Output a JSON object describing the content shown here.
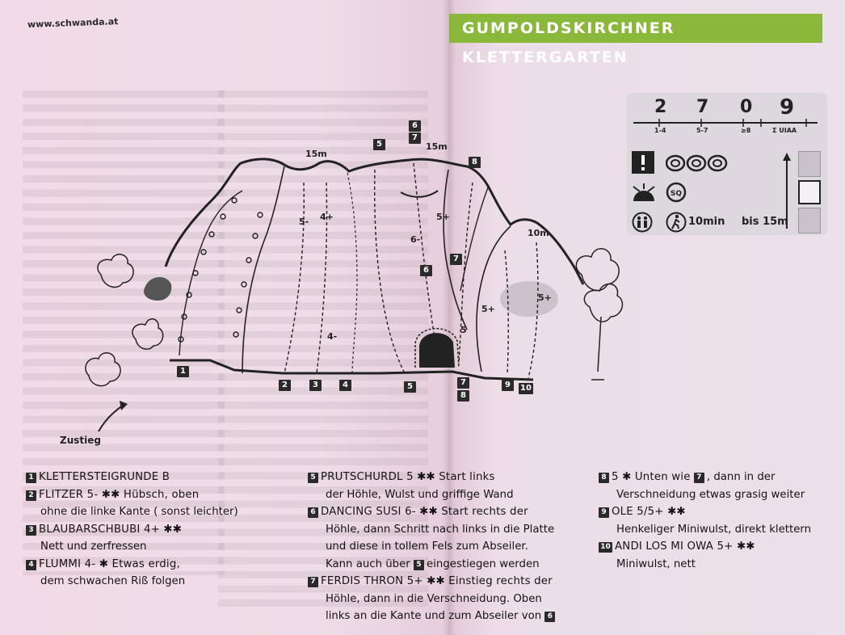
{
  "website": "www.schwanda.at",
  "title": "GUMPOLDSKIRCHNER KLETTERGARTEN",
  "info": {
    "grades": [
      {
        "count": "2",
        "label": "1-4"
      },
      {
        "count": "7",
        "label": "5-7"
      },
      {
        "count": "0",
        "label": "≥8"
      },
      {
        "count": "9",
        "label": "Σ UIAA"
      }
    ],
    "walk_time": "10min",
    "height": "bis 15m",
    "icons": [
      "warning-icon",
      "bolts-icon",
      "sun-icon",
      "sq-icon",
      "family-icon",
      "hiker-icon",
      "arrow-up-icon",
      "rock-face-icon"
    ]
  },
  "topo": {
    "heights": {
      "main": "15m",
      "top": "15m",
      "small": "10m"
    },
    "grades_on_wall": [
      "5-",
      "4+",
      "5+",
      "6-",
      "4-",
      "5+",
      "5+",
      "5"
    ],
    "approach": "Zustieg"
  },
  "routes": [
    {
      "num": "1",
      "lines": [
        "KLETTERSTEIGRUNDE B"
      ]
    },
    {
      "num": "2",
      "lines": [
        "FLITZER  5-  ✱✱  Hübsch, oben",
        "ohne die linke Kante ( sonst leichter)"
      ]
    },
    {
      "num": "3",
      "lines": [
        "BLAUBARSCHBUBI  4+  ✱✱",
        "Nett und zerfressen"
      ]
    },
    {
      "num": "4",
      "lines": [
        "FLUMMI 4-  ✱  Etwas erdig,",
        "dem schwachen Riß folgen"
      ]
    },
    {
      "num": "5",
      "lines": [
        "PRUTSCHURDL 5  ✱✱  Start links",
        "der Höhle, Wulst und griffige Wand"
      ]
    },
    {
      "num": "6",
      "lines": [
        "DANCING SUSI 6-  ✱✱  Start rechts der",
        "Höhle, dann Schritt nach links in die Platte",
        "und diese in tollem Fels zum Abseiler.",
        "Kann auch über",
        "eingestiegen werden"
      ]
    },
    {
      "num": "7",
      "lines": [
        "FERDIS THRON 5+  ✱✱  Einstieg rechts der",
        "Höhle, dann in die Verschneidung. Oben",
        "links an die Kante und zum Abseiler von"
      ]
    },
    {
      "num": "8",
      "lines": [
        "5  ✱  Unten wie",
        ", dann in der",
        "Verschneidung etwas grasig weiter"
      ]
    },
    {
      "num": "9",
      "lines": [
        "OLE 5/5+  ✱✱",
        "Henkeliger Miniwulst, direkt klettern"
      ]
    },
    {
      "num": "10",
      "lines": [
        "ANDI LOS MI OWA  5+  ✱✱",
        "Miniwulst, nett"
      ]
    }
  ],
  "ref": {
    "r6_ref": "5",
    "r7_ref": "6",
    "r8_ref": "7"
  },
  "colors": {
    "accent": "#8ab83a",
    "ink": "#1c1a1d",
    "paper": "#ecdde6"
  }
}
